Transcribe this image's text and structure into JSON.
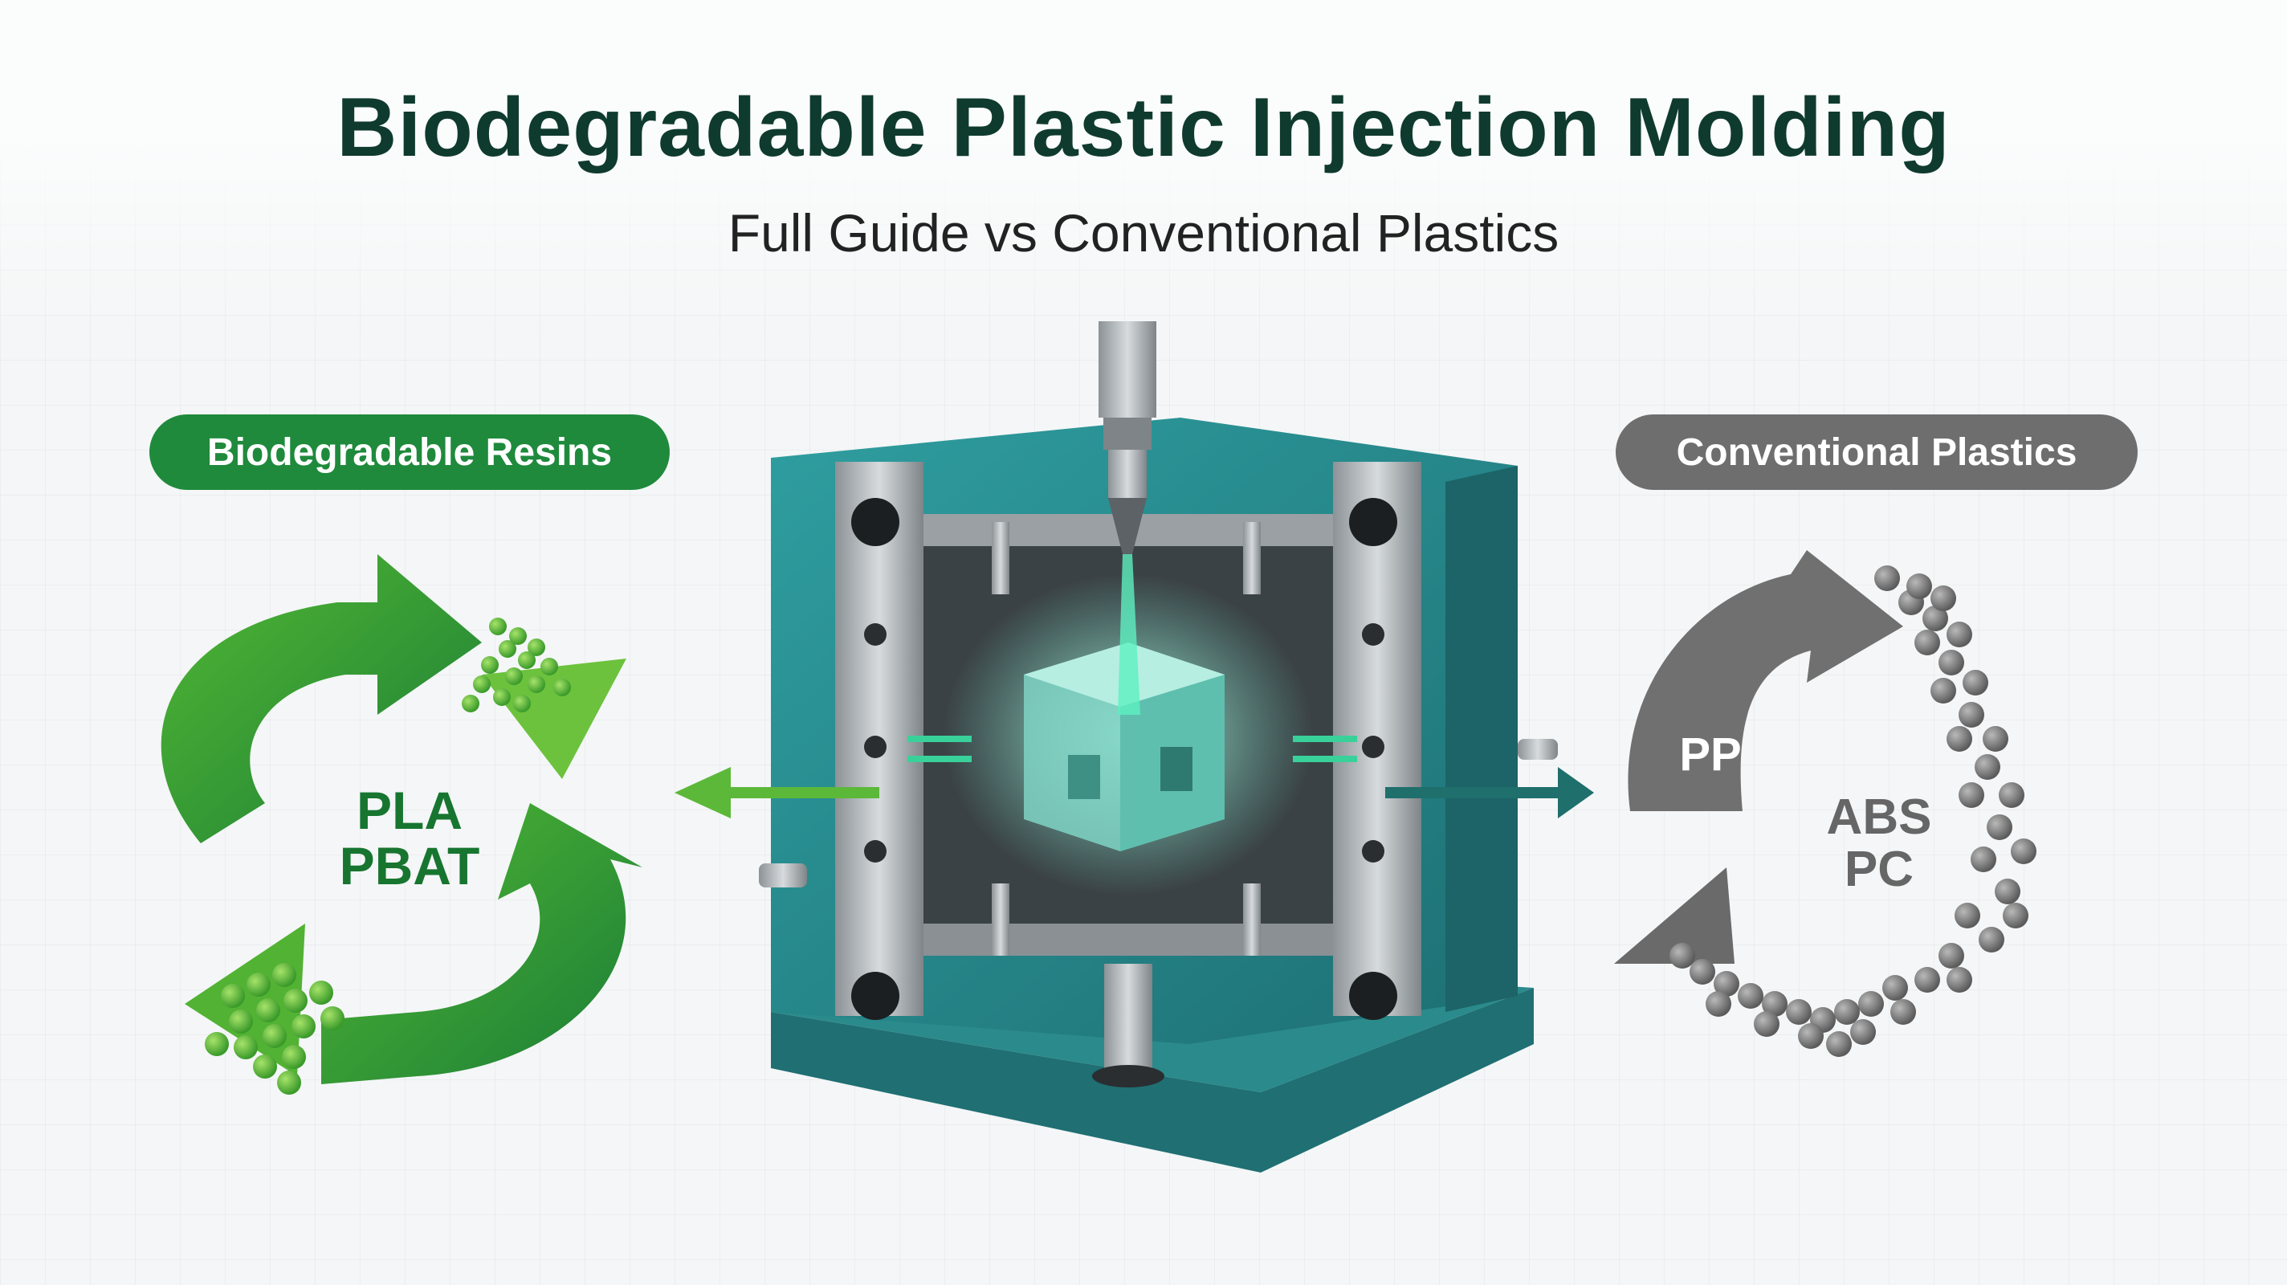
{
  "title": "Biodegradable Plastic Injection Molding",
  "subtitle": "Full Guide vs Conventional Plastics",
  "left_panel": {
    "label": "Biodegradable Resins",
    "materials": [
      "PLA",
      "PBAT"
    ],
    "color": "#1f8a3c"
  },
  "right_panel": {
    "label": "Conventional Plastics",
    "materials": [
      "PP",
      "ABS",
      "PC"
    ],
    "color": "#6e6e6e"
  },
  "mold": {
    "body_color": "#2a8a8c",
    "plate_color": "#a9afb3",
    "part_color": "#7fd3c4"
  },
  "icons": [
    "recycle-arrows-icon",
    "gray-cycle-arrows-icon",
    "injection-mold-icon",
    "nozzle-icon"
  ]
}
